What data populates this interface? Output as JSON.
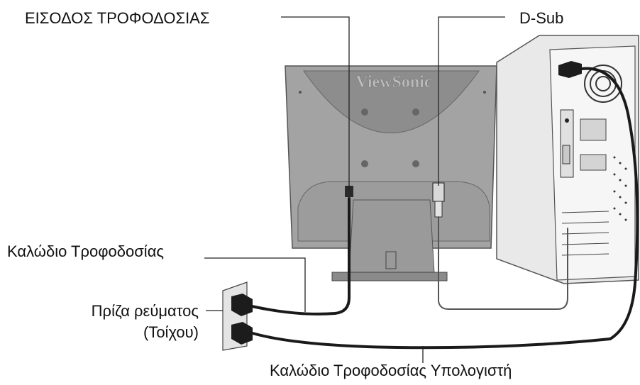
{
  "labels": {
    "power_input": "ΕΙΣΟΔΟΣ ΤΡΟΦΟΔΟΣΙΑΣ",
    "dsub": "D-Sub",
    "power_cable": "Καλώδιο Τροφοδοσίας",
    "outlet_line1": "Πρίζα ρεύματος",
    "outlet_line2": "(Τοίχου)",
    "computer_power_cable": "Καλώδιο Τροφοδοσίας Υπολογιστή"
  },
  "monitor": {
    "brand": "ViewSonic"
  },
  "colors": {
    "text": "#111111",
    "line": "#222222",
    "monitor": "#9a9a9a",
    "monitor_dark": "#6e6e6e",
    "pc": "#f2f2f2",
    "cable": "#1a1a1a"
  }
}
